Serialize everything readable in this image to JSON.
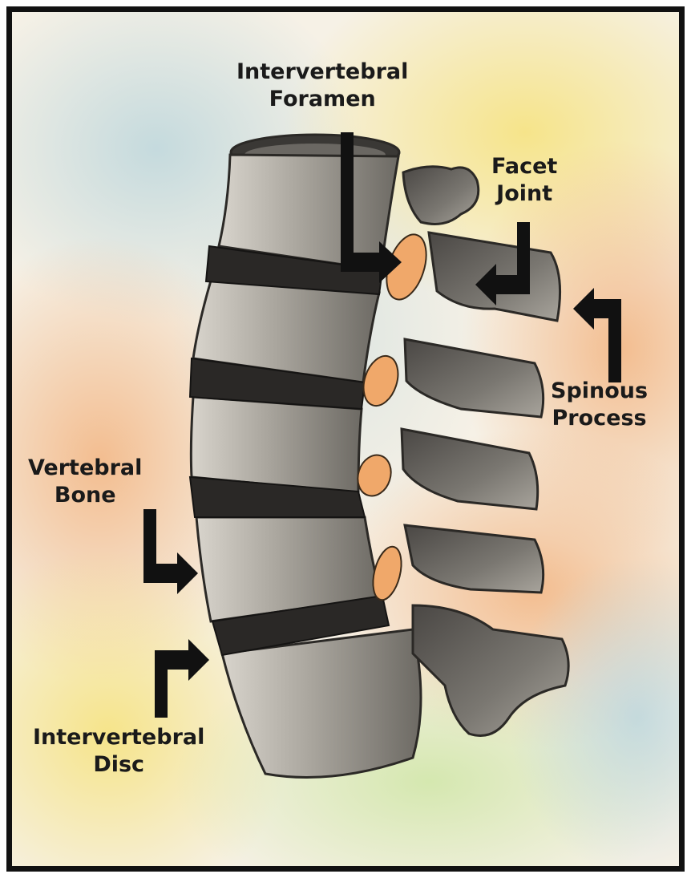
{
  "labels": {
    "intervertebral_foramen": {
      "line1": "Intervertebral",
      "line2": "Foramen"
    },
    "facet_joint": {
      "line1": "Facet",
      "line2": "Joint"
    },
    "spinous_process": {
      "line1": "Spinous",
      "line2": "Process"
    },
    "vertebral_bone": {
      "line1": "Vertebral",
      "line2": "Bone"
    },
    "intervertebral_disc": {
      "line1": "Intervertebral",
      "line2": "Disc"
    }
  },
  "colors": {
    "bone": "#8f8c86",
    "bone_dark": "#3c3a37",
    "disc": "#2a2826",
    "foramen": "#f0a86a",
    "arrow": "#111111"
  }
}
